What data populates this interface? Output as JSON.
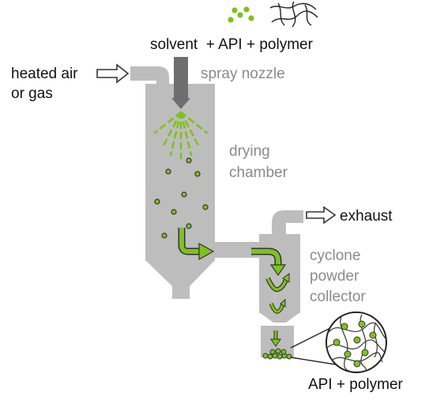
{
  "labels": {
    "feed": "solvent  + API + polymer",
    "inlet_line1": "heated air",
    "inlet_line2": "or gas",
    "nozzle": "spray nozzle",
    "chamber_line1": "drying",
    "chamber_line2": "chamber",
    "exhaust": "exhaust",
    "cyclone_line1": "cyclone",
    "cyclone_line2": "powder",
    "cyclone_line3": "collector",
    "product": "API + polymer"
  },
  "icons": {
    "feed_particles": "green-dots-icon",
    "feed_polymer": "polymer-strands-icon",
    "inlet_arrow": "outline-arrow-right-icon",
    "exhaust_arrow": "outline-arrow-right-icon",
    "flow_arrows": "green-curved-arrow-icon",
    "magnified_product": "magnifier-circle-icon"
  },
  "colors": {
    "vessel": "#bdbdbd",
    "nozzle": "#6e6e6e",
    "particle_green": "#7dc21e",
    "dark_label": "#111111",
    "gray_label": "#8a8a8a"
  }
}
